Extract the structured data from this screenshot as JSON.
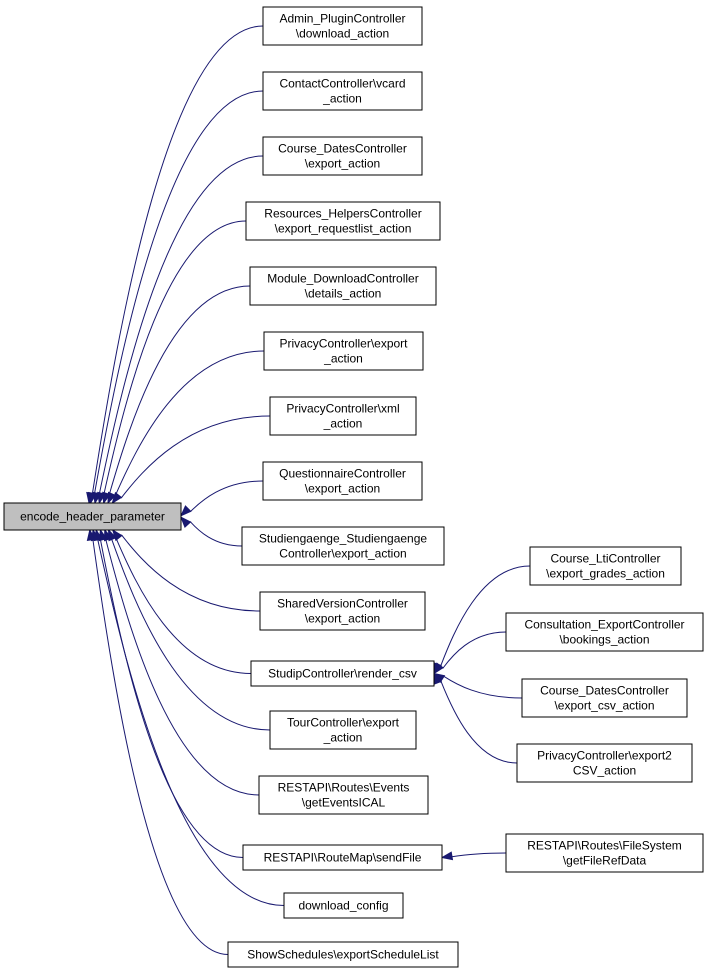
{
  "graph": {
    "root": {
      "id": "root",
      "label": [
        "encode_header_parameter"
      ]
    },
    "nodes": [
      {
        "id": "n1",
        "label": [
          "Admin_PluginController",
          "\\download_action"
        ]
      },
      {
        "id": "n2",
        "label": [
          "ContactController\\vcard",
          "_action"
        ]
      },
      {
        "id": "n3",
        "label": [
          "Course_DatesController",
          "\\export_action"
        ]
      },
      {
        "id": "n4",
        "label": [
          "Resources_HelpersController",
          "\\export_requestlist_action"
        ]
      },
      {
        "id": "n5",
        "label": [
          "Module_DownloadController",
          "\\details_action"
        ]
      },
      {
        "id": "n6",
        "label": [
          "PrivacyController\\export",
          "_action"
        ]
      },
      {
        "id": "n7",
        "label": [
          "PrivacyController\\xml",
          "_action"
        ]
      },
      {
        "id": "n8",
        "label": [
          "QuestionnaireController",
          "\\export_action"
        ]
      },
      {
        "id": "n9",
        "label": [
          "Studiengaenge_Studiengaenge",
          "Controller\\export_action"
        ]
      },
      {
        "id": "n10",
        "label": [
          "SharedVersionController",
          "\\export_action"
        ]
      },
      {
        "id": "n11",
        "label": [
          "StudipController\\render_csv"
        ]
      },
      {
        "id": "n12",
        "label": [
          "TourController\\export",
          "_action"
        ]
      },
      {
        "id": "n13",
        "label": [
          "RESTAPI\\Routes\\Events",
          "\\getEventsICAL"
        ]
      },
      {
        "id": "n14",
        "label": [
          "RESTAPI\\RouteMap\\sendFile"
        ]
      },
      {
        "id": "n15",
        "label": [
          "download_config"
        ]
      },
      {
        "id": "n16",
        "label": [
          "ShowSchedules\\exportScheduleList"
        ]
      },
      {
        "id": "n17",
        "label": [
          "Course_LtiController",
          "\\export_grades_action"
        ]
      },
      {
        "id": "n18",
        "label": [
          "Consultation_ExportController",
          "\\bookings_action"
        ]
      },
      {
        "id": "n19",
        "label": [
          "Course_DatesController",
          "\\export_csv_action"
        ]
      },
      {
        "id": "n20",
        "label": [
          "PrivacyController\\export2",
          "CSV_action"
        ]
      },
      {
        "id": "n21",
        "label": [
          "RESTAPI\\Routes\\FileSystem",
          "\\getFileRefData"
        ]
      }
    ],
    "edges": [
      [
        "n1",
        "root"
      ],
      [
        "n2",
        "root"
      ],
      [
        "n3",
        "root"
      ],
      [
        "n4",
        "root"
      ],
      [
        "n5",
        "root"
      ],
      [
        "n6",
        "root"
      ],
      [
        "n7",
        "root"
      ],
      [
        "n8",
        "root"
      ],
      [
        "n9",
        "root"
      ],
      [
        "n10",
        "root"
      ],
      [
        "n11",
        "root"
      ],
      [
        "n12",
        "root"
      ],
      [
        "n13",
        "root"
      ],
      [
        "n14",
        "root"
      ],
      [
        "n15",
        "root"
      ],
      [
        "n16",
        "root"
      ],
      [
        "n17",
        "n11"
      ],
      [
        "n18",
        "n11"
      ],
      [
        "n19",
        "n11"
      ],
      [
        "n20",
        "n11"
      ],
      [
        "n21",
        "n14"
      ]
    ],
    "edge_color": "#191970",
    "root_fill": "#bfbfbf",
    "node_fill": "#ffffff"
  }
}
